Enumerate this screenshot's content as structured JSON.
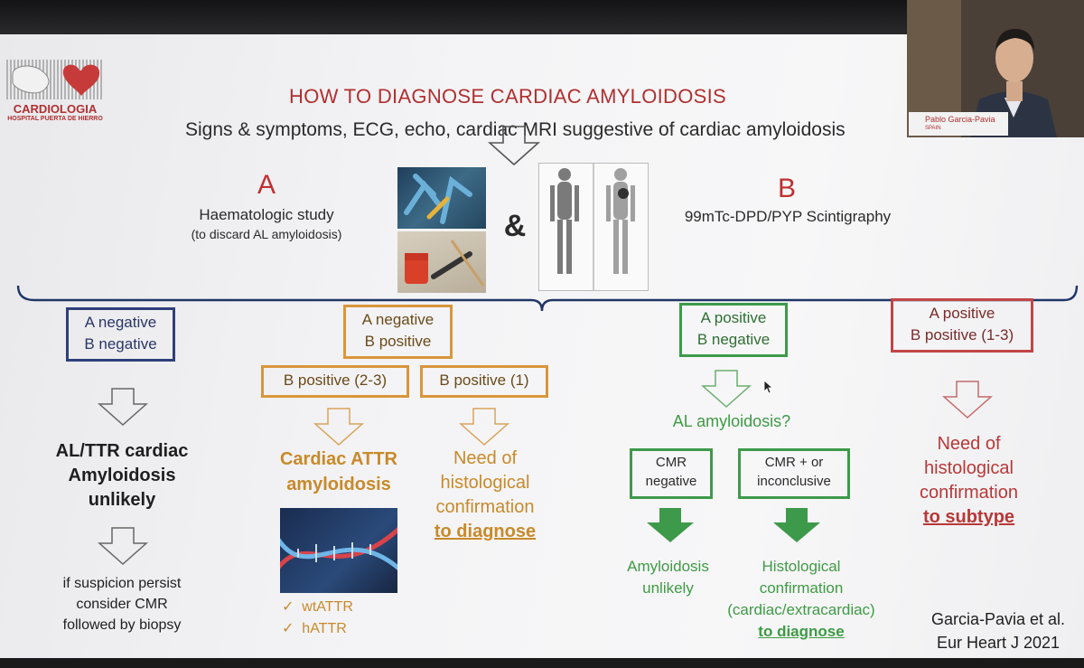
{
  "slide": {
    "title": "HOW TO DIAGNOSE CARDIAC AMYLOIDOSIS",
    "subtitle": "Signs & symptoms, ECG, echo, cardiac MRI suggestive of cardiac amyloidosis",
    "logo": {
      "line1": "CARDIOLOGIA",
      "line2": "HOSPITAL PUERTA DE HIERRO"
    },
    "test_a": {
      "letter": "A",
      "line1": "Haematologic study",
      "line2": "(to discard AL amyloidosis)"
    },
    "connector": "&",
    "test_b": {
      "letter": "B",
      "line1": "99mTc-DPD/PYP Scintigraphy"
    },
    "col1": {
      "box": [
        "A negative",
        "B negative"
      ],
      "result": [
        "AL/TTR cardiac",
        "Amyloidosis",
        "unlikely"
      ],
      "note": [
        "if suspicion persist",
        "consider CMR",
        "followed by biopsy"
      ]
    },
    "col2": {
      "box": [
        "A negative",
        "B positive"
      ],
      "sub1": "B positive (2-3)",
      "sub2": "B positive (1)",
      "result1": [
        "Cardiac ATTR",
        "amyloidosis"
      ],
      "result2": [
        "Need of",
        "histological",
        "confirmation",
        "to diagnose"
      ],
      "types": [
        "wtATTR",
        "hATTR"
      ],
      "check": "✓"
    },
    "col3": {
      "box": [
        "A positive",
        "B negative"
      ],
      "question": "AL amyloidosis?",
      "cmr_neg": [
        "CMR",
        "negative"
      ],
      "cmr_pos": [
        "CMR + or",
        "inconclusive"
      ],
      "result1": [
        "Amyloidosis",
        "unlikely"
      ],
      "result2": [
        "Histological",
        "confirmation",
        "(cardiac/extracardiac)",
        "to diagnose"
      ]
    },
    "col4": {
      "box": [
        "A positive",
        "B positive (1-3)"
      ],
      "result": [
        "Need of",
        "histological",
        "confirmation",
        "to subtype"
      ]
    },
    "citation": [
      "Garcia-Pavia et al.",
      "Eur Heart J 2021"
    ]
  },
  "video": {
    "name": "Pablo Garcia-Pavia",
    "country": "SPAIN"
  },
  "colors": {
    "title_red": "#b03030",
    "orange": "#d9963a",
    "green": "#3d9a4a",
    "blue": "#2e3f7a",
    "red": "#c24545"
  }
}
